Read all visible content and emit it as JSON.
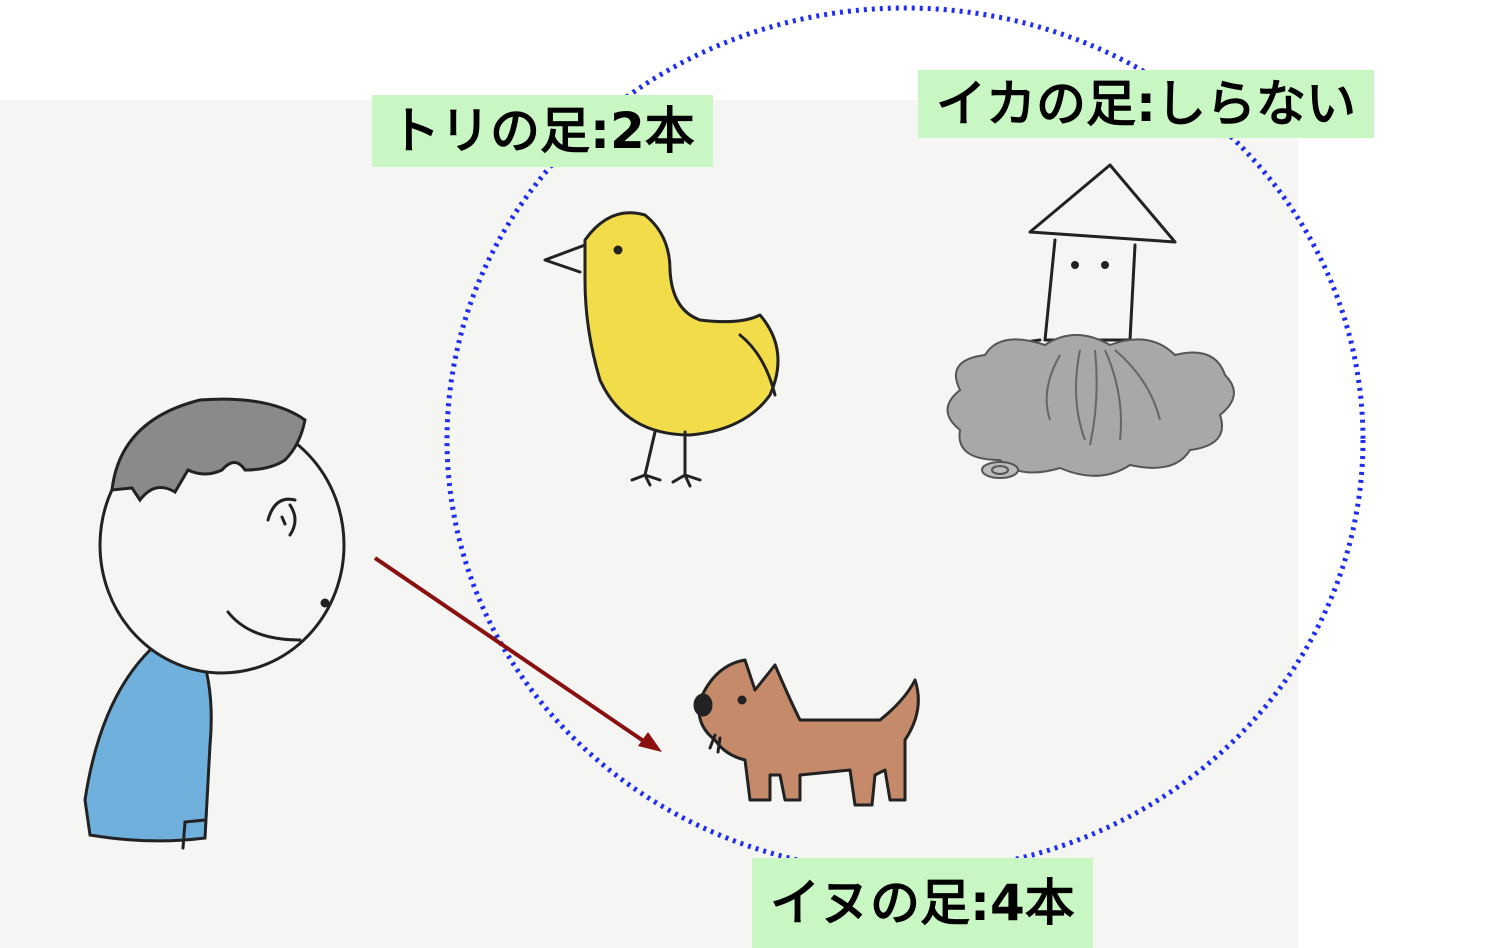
{
  "labels": {
    "bird": "トリの足:2本",
    "squid": "イカの足:しらない",
    "dog": "イヌの足:4本"
  },
  "colors": {
    "label_bg": "#c9f7c3",
    "circle": "#1f2ef0",
    "arrow": "#8a1010",
    "bird": "#f3dc4a",
    "shirt": "#6fb0dd",
    "hair": "#8a8a8a",
    "dog": "#c48a6a",
    "cloud": "#a8a8a8"
  }
}
